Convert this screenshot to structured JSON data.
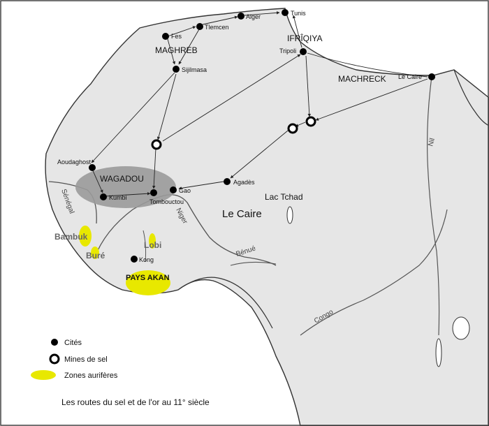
{
  "title": "Les routes du sel et de l'or au 11° siècle",
  "colors": {
    "land": "#e6e6e6",
    "sea": "#ffffff",
    "coast": "#333333",
    "river": "#555555",
    "route": "#222222",
    "city": "#000000",
    "salt_ring": "#000000",
    "gold": "#e8e800",
    "wagadou_zone": "#9a9a9a"
  },
  "regions": {
    "maghreb": "MAGHREB",
    "ifriqiya": "IFRÎQIYA",
    "machreck": "MACHRECK",
    "wagadou": "WAGADOU",
    "le_caire_big": "Le Caire",
    "lac_tchad": "Lac Tchad",
    "pays_akan": "PAYS AKAN"
  },
  "cities": {
    "fes": "Fes",
    "tlemcen": "Tlemcen",
    "alger": "Alger",
    "tunis": "Tunis",
    "tripoli": "Tripoli",
    "le_caire": "Le Caire",
    "sijilmasa": "Sijilmasa",
    "aoudaghost": "Aoudaghost",
    "kumbi": "Kumbi",
    "gao": "Gao",
    "tombouctou": "Tombouctou",
    "agades": "Agadès",
    "kong": "Kong"
  },
  "rivers": {
    "senegal": "Sénégal",
    "niger": "Niger",
    "benue": "Bénué",
    "congo": "Congo",
    "nil": "Nil"
  },
  "gold_zones": {
    "bambuk": "Bambuk",
    "bure": "Buré",
    "lobi": "Lobi"
  },
  "legend": {
    "cites": "Cités",
    "mines": "Mines de sel",
    "zones": "Zones aurifères"
  }
}
